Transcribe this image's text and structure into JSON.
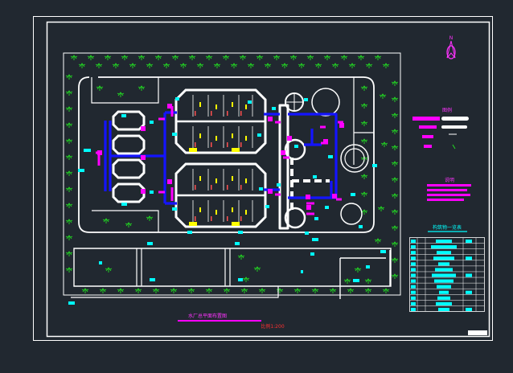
{
  "drawing": {
    "background": "#212830",
    "colors": {
      "frame": "#ffffff",
      "road": "#ffffff",
      "pipe_blue": "#1414ff",
      "pipe_magenta": "#ff00ff",
      "label_cyan": "#00ffff",
      "equipment_yellow": "#ffff00",
      "tree_green": "#22dd22",
      "title_magenta": "#ff33ff",
      "scale_red": "#ff3030"
    }
  },
  "title_block": {
    "title": "水厂总平面布置图",
    "scale": "比例1:200"
  },
  "north_arrow": {
    "symbol": "N"
  },
  "legend_pipes": {
    "title": "图例"
  },
  "legend_notes": {
    "title": "说明"
  },
  "structure_table": {
    "title": "构筑物一览表",
    "rows": 13
  },
  "labels_count": 60
}
